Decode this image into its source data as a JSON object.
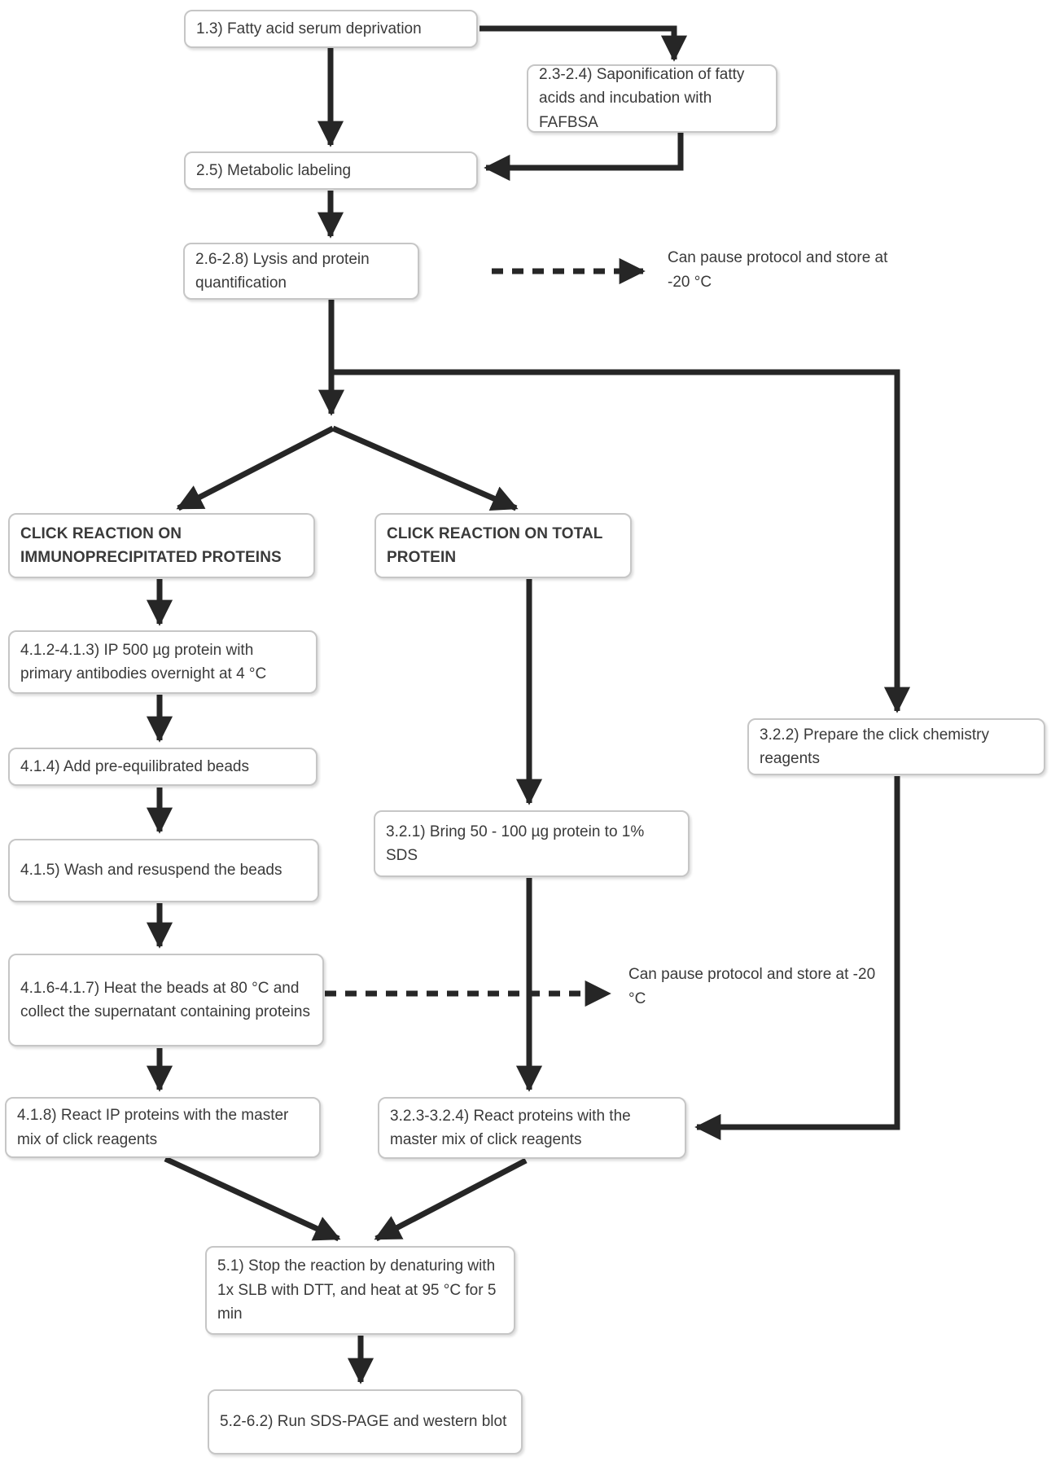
{
  "flowchart": {
    "nodes": [
      {
        "id": "step-1-3",
        "label": "1.3) Fatty acid serum deprivation"
      },
      {
        "id": "step-2-3-2-4",
        "label": "2.3-2.4) Saponification of fatty acids and incubation with FAFBSA"
      },
      {
        "id": "step-2-5",
        "label": "2.5) Metabolic labeling"
      },
      {
        "id": "step-2-6-2-8",
        "label": "2.6-2.8) Lysis and protein quantification"
      },
      {
        "id": "branch-ip-header",
        "label": "CLICK REACTION ON IMMUNOPRECIPITATED PROTEINS"
      },
      {
        "id": "branch-total-header",
        "label": "CLICK REACTION ON TOTAL PROTEIN"
      },
      {
        "id": "step-4-1-2-4-1-3",
        "label": "4.1.2-4.1.3) IP 500 µg protein with primary antibodies overnight at 4 °C"
      },
      {
        "id": "step-4-1-4",
        "label": "4.1.4) Add pre-equilibrated beads"
      },
      {
        "id": "step-4-1-5",
        "label": "4.1.5) Wash and resuspend the beads"
      },
      {
        "id": "step-4-1-6-4-1-7",
        "label": "4.1.6-4.1.7) Heat the beads at 80 °C and collect the supernatant containing proteins"
      },
      {
        "id": "step-4-1-8",
        "label": "4.1.8) React IP proteins with the master mix of click reagents"
      },
      {
        "id": "step-3-2-1",
        "label": "3.2.1) Bring 50 - 100 µg protein to 1% SDS"
      },
      {
        "id": "step-3-2-2",
        "label": "3.2.2) Prepare the click chemistry reagents"
      },
      {
        "id": "step-3-2-3-3-2-4",
        "label": "3.2.3-3.2.4) React proteins with the master mix of click reagents"
      },
      {
        "id": "step-5-1",
        "label": "5.1) Stop the reaction by denaturing with 1x SLB with DTT, and heat at 95 °C for 5 min"
      },
      {
        "id": "step-5-2-6-2",
        "label": "5.2-6.2) Run SDS-PAGE and western blot"
      }
    ],
    "notes": [
      {
        "id": "pause-note-1",
        "label": "Can pause protocol and store at -20 °C"
      },
      {
        "id": "pause-note-2",
        "label": "Can pause protocol and store at -20 °C"
      }
    ],
    "colors": {
      "arrow": "#262626",
      "box_border": "#c6c6c6",
      "box_fill": "#ffffff",
      "text": "#3a3a3a"
    }
  }
}
